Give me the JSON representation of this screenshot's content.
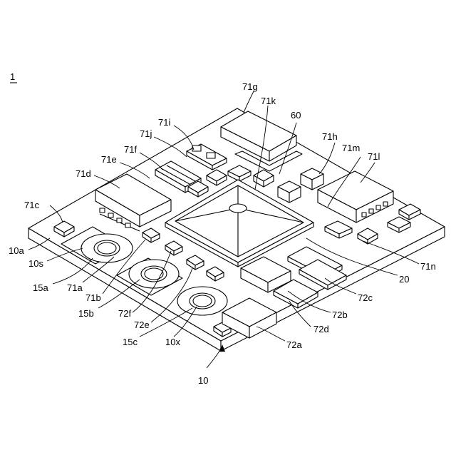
{
  "figure_label": "1",
  "labels": {
    "l71g": "71g",
    "l71k": "71k",
    "l60": "60",
    "l71i": "71i",
    "l71j": "71j",
    "l71h": "71h",
    "l71m": "71m",
    "l71l": "71l",
    "l71f": "71f",
    "l71e": "71e",
    "l71d": "71d",
    "l71c": "71c",
    "l10a": "10a",
    "l10s": "10s",
    "l15a": "15a",
    "l71a": "71a",
    "l71b": "71b",
    "l15b": "15b",
    "l72f": "72f",
    "l72e": "72e",
    "l15c": "15c",
    "l10x": "10x",
    "l72a": "72a",
    "l72d": "72d",
    "l72b": "72b",
    "l72c": "72c",
    "l20": "20",
    "l71n": "71n",
    "l10": "10"
  }
}
